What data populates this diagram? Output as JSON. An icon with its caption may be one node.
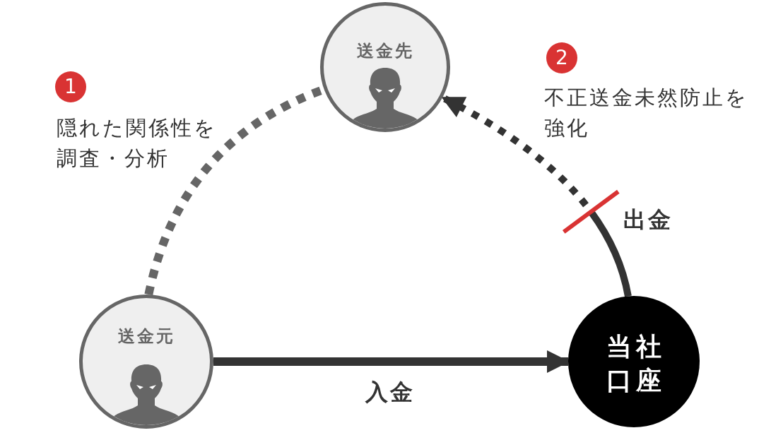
{
  "diagram": {
    "nodes": [
      {
        "text": [
          "送金先"
        ]
      },
      {
        "text": [
          "送金元"
        ]
      },
      {
        "text": [
          "当社口座"
        ]
      }
    ],
    "edges": [
      {
        "from": 1,
        "to": 0,
        "arrow": "none",
        "style": "dashed",
        "color": "#666666"
      },
      {
        "from": 1,
        "to": 2,
        "arrow": "to",
        "label": "入金"
      },
      {
        "from": 2,
        "to": 0,
        "arrow": "to",
        "label": "出金",
        "style": "dashed"
      }
    ],
    "labels": [
      "1",
      "隠れた関係性を調査・分析",
      "2",
      "不正送金未然防止を強化"
    ]
  }
}
